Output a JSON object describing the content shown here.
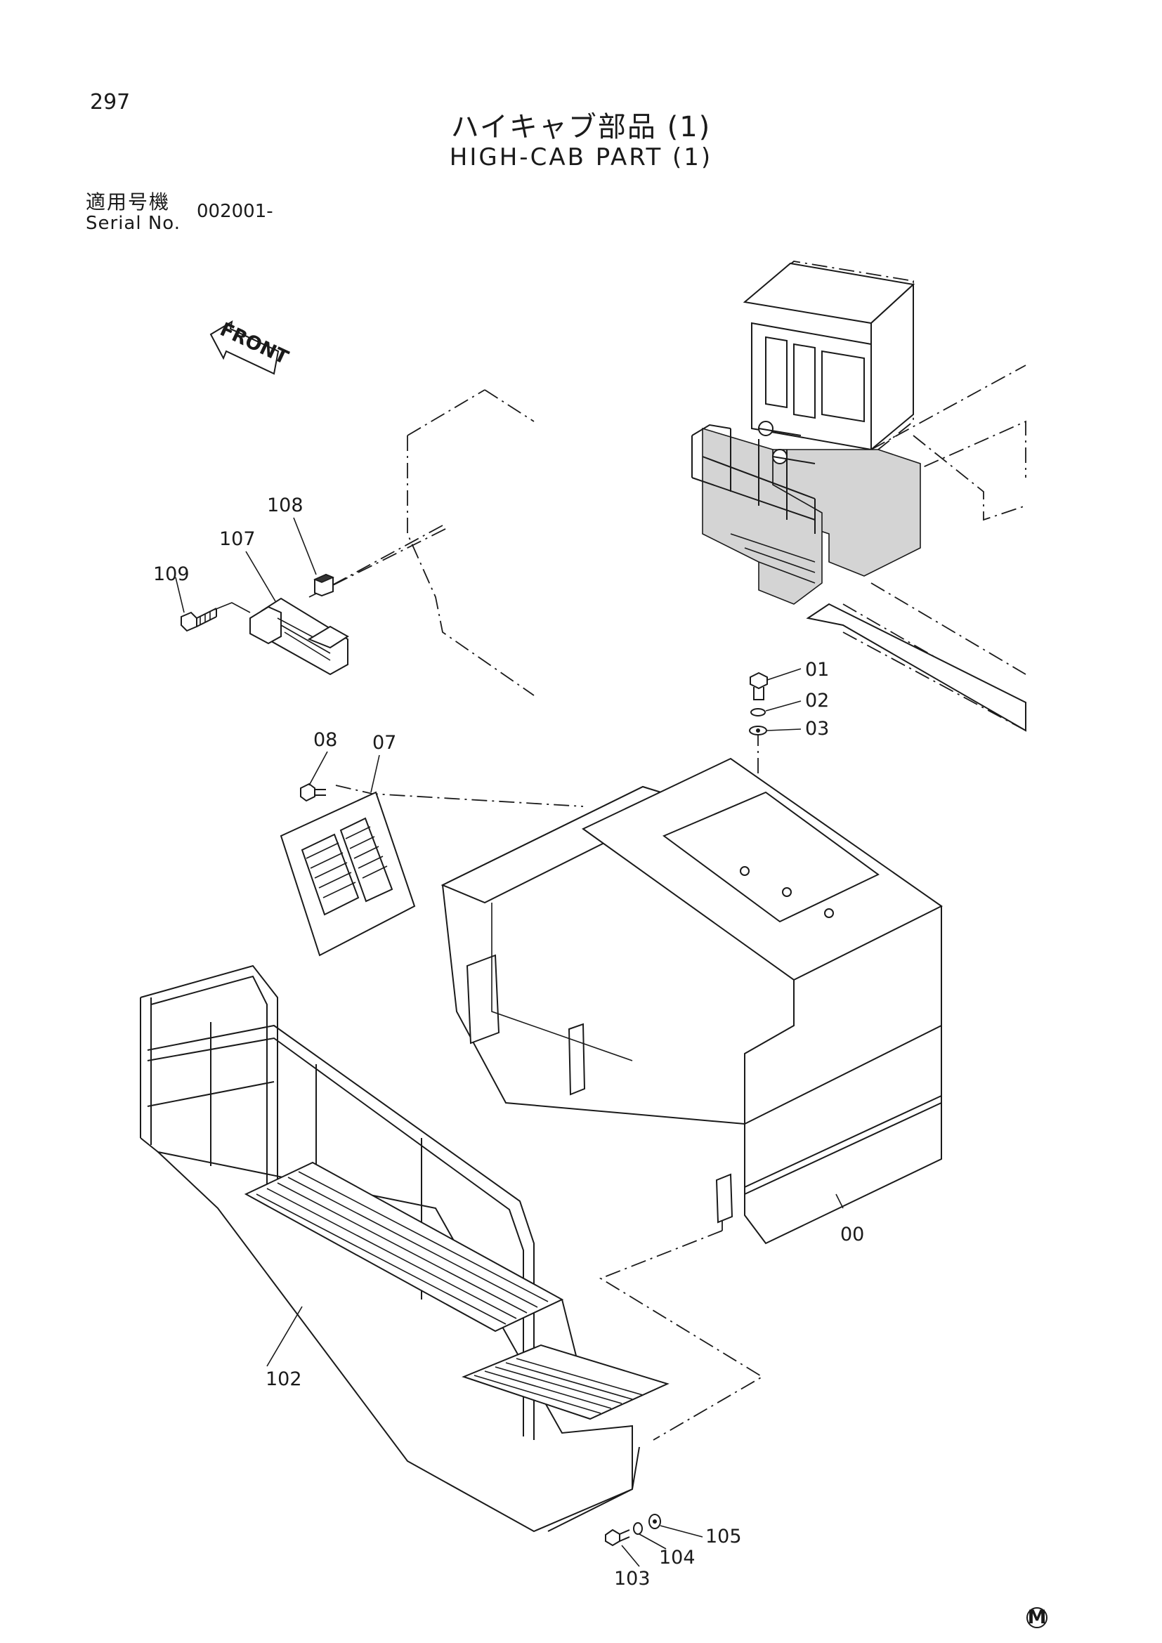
{
  "page_number": "297",
  "title_jp": "ハイキャブ部品 (1)",
  "title_en": "HIGH-CAB PART (1)",
  "serial": {
    "label_jp": "適用号機",
    "label_en": "Serial No.",
    "value": "002001-"
  },
  "front_arrow": "FRONT",
  "callouts": [
    "00",
    "01",
    "02",
    "03",
    "07",
    "08",
    "102",
    "103",
    "104",
    "105",
    "107",
    "108",
    "109"
  ],
  "corner_mark": "M"
}
